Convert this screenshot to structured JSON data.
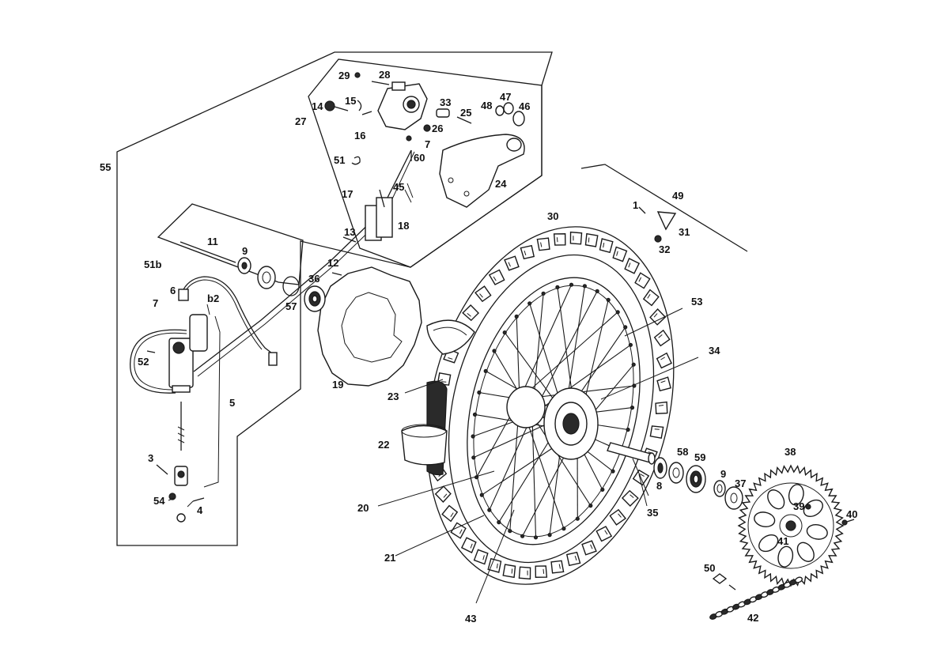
{
  "diagram": {
    "type": "exploded-parts-view",
    "labels": {
      "l1": "1",
      "l3": "3",
      "l4": "4",
      "l5": "5",
      "l6": "6",
      "l7a": "7",
      "l7b": "7",
      "l8": "8",
      "l9a": "9",
      "l9b": "9",
      "l11": "11",
      "l12": "12",
      "l13": "13",
      "l14": "14",
      "l15": "15",
      "l16": "16",
      "l17": "17",
      "l18": "18",
      "l19": "19",
      "l20": "20",
      "l21": "21",
      "l22": "22",
      "l23": "23",
      "l24": "24",
      "l25": "25",
      "l26": "26",
      "l27": "27",
      "l28": "28",
      "l29": "29",
      "l30": "30",
      "l31": "31",
      "l32": "32",
      "l33": "33",
      "l34": "34",
      "l35": "35",
      "l36": "36",
      "l37": "37",
      "l38": "38",
      "l39": "39",
      "l40": "40",
      "l41": "41",
      "l42": "42",
      "l43": "43",
      "l45": "45",
      "l46": "46",
      "l47": "47",
      "l48": "48",
      "l49": "49",
      "l50": "50",
      "l51": "51",
      "l51b": "51b",
      "l52": "52",
      "l53": "53",
      "l54": "54",
      "l55": "55",
      "l57": "57",
      "l58": "58",
      "l59": "59",
      "l60": "60",
      "lb2": "b2"
    }
  }
}
